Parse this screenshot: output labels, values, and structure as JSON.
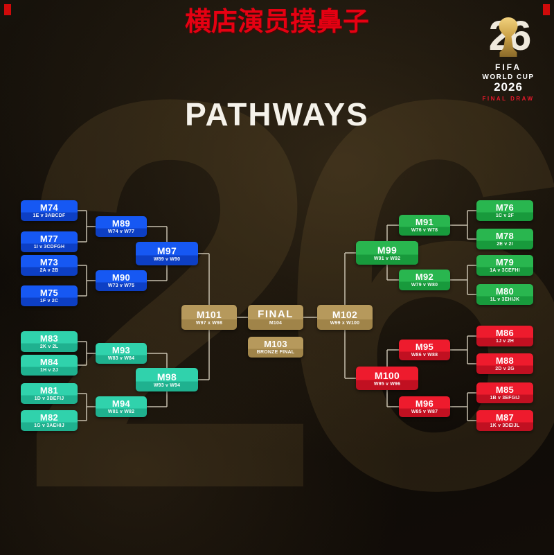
{
  "watermark": {
    "text": "横店演员摸鼻子"
  },
  "title": "PATHWAYS",
  "background": {
    "numeral": "26"
  },
  "logo": {
    "numeral": "26",
    "fifa": "FIFA",
    "world_cup": "WORLD CUP",
    "year": "2026",
    "final_draw": "FINAL DRAW"
  },
  "colors": {
    "blue": "#1658f3",
    "teal": "#30d2ac",
    "green": "#29b64f",
    "red": "#ee1b2d",
    "gold": "#b6995c",
    "background": "#0d0a07",
    "watermark_red": "#e60012"
  },
  "bracket": {
    "m74": {
      "id": "M74",
      "sub": "1E v 3ABCDF"
    },
    "m77": {
      "id": "M77",
      "sub": "1I v 3CDFGH"
    },
    "m73": {
      "id": "M73",
      "sub": "2A v 2B"
    },
    "m75": {
      "id": "M75",
      "sub": "1F v 2C"
    },
    "m89": {
      "id": "M89",
      "sub": "W74 v W77"
    },
    "m90": {
      "id": "M90",
      "sub": "W73 v W75"
    },
    "m97": {
      "id": "M97",
      "sub": "W89 v W90"
    },
    "m83": {
      "id": "M83",
      "sub": "2K v 2L"
    },
    "m84": {
      "id": "M84",
      "sub": "1H v 2J"
    },
    "m81": {
      "id": "M81",
      "sub": "1D v 3BEFIJ"
    },
    "m82": {
      "id": "M82",
      "sub": "1G v 3AEHIJ"
    },
    "m93": {
      "id": "M93",
      "sub": "W83 v W84"
    },
    "m94": {
      "id": "M94",
      "sub": "W81 v W82"
    },
    "m98": {
      "id": "M98",
      "sub": "W93 v W94"
    },
    "m101": {
      "id": "M101",
      "sub": "W97 x W98"
    },
    "final": {
      "id": "FINAL",
      "sub": "M104"
    },
    "m103": {
      "id": "M103",
      "sub": "BRONZE FINAL"
    },
    "m102": {
      "id": "M102",
      "sub": "W99 x W100"
    },
    "m76": {
      "id": "M76",
      "sub": "1C v 2F"
    },
    "m78": {
      "id": "M78",
      "sub": "2E v 2I"
    },
    "m79": {
      "id": "M79",
      "sub": "1A v 3CEFHI"
    },
    "m80": {
      "id": "M80",
      "sub": "1L v 3EHIJK"
    },
    "m91": {
      "id": "M91",
      "sub": "W76 v W78"
    },
    "m92": {
      "id": "M92",
      "sub": "W79 v W80"
    },
    "m99": {
      "id": "M99",
      "sub": "W91 v W92"
    },
    "m86": {
      "id": "M86",
      "sub": "1J v 2H"
    },
    "m88": {
      "id": "M88",
      "sub": "2D v 2G"
    },
    "m85": {
      "id": "M85",
      "sub": "1B v 3EFGIJ"
    },
    "m87": {
      "id": "M87",
      "sub": "1K v 3DEIJL"
    },
    "m95": {
      "id": "M95",
      "sub": "W86 v W88"
    },
    "m96": {
      "id": "M96",
      "sub": "W85 v W87"
    },
    "m100": {
      "id": "M100",
      "sub": "W95 v W96"
    }
  }
}
